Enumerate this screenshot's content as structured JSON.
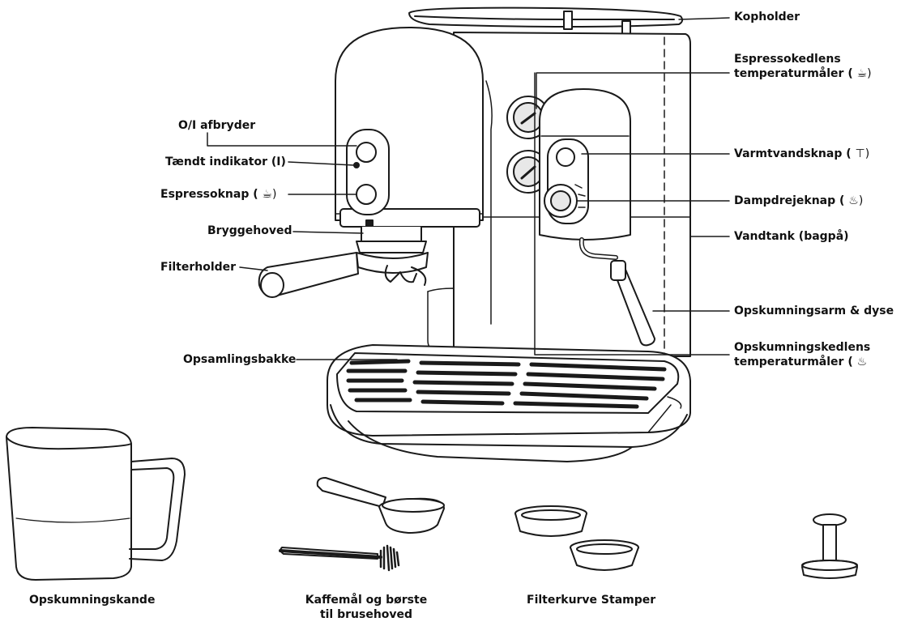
{
  "labels": {
    "kopholder": "Kopholder",
    "espresso_gauge_1": "Espressokedlens",
    "espresso_gauge_2": "temperaturmåler (",
    "onoff": "O/I afbryder",
    "on_indicator": "Tændt indikator (I)",
    "varmtvand": "Varmtvandsknap (",
    "espressoknap": "Espressoknap (",
    "dampdrejeknap": "Dampdrejeknap (",
    "bryggehoved": "Bryggehoved",
    "vandtank": "Vandtank (bagpå)",
    "filterholder": "Filterholder",
    "opskumningsarm": "Opskumningsarm & dyse",
    "opsamlingsbakke": "Opsamlingsbakke",
    "opskum_gauge_1": "Opskumningskedlens",
    "opskum_gauge_2": "temperaturmåler (",
    "opskumningskande": "Opskumningskande",
    "kaffemaal_1": "Kaffemål og børste",
    "kaffemaal_2": "til brusehoved",
    "filterkurve": "Filterkurve Stamper"
  },
  "icons": {
    "espresso_cup": "espresso-cup-icon",
    "hot_water": "hot-water-icon",
    "steam": "steam-icon"
  },
  "colors": {
    "line": "#1a1a1a",
    "fill": "#ffffff",
    "shade": "#e8e8e8"
  }
}
